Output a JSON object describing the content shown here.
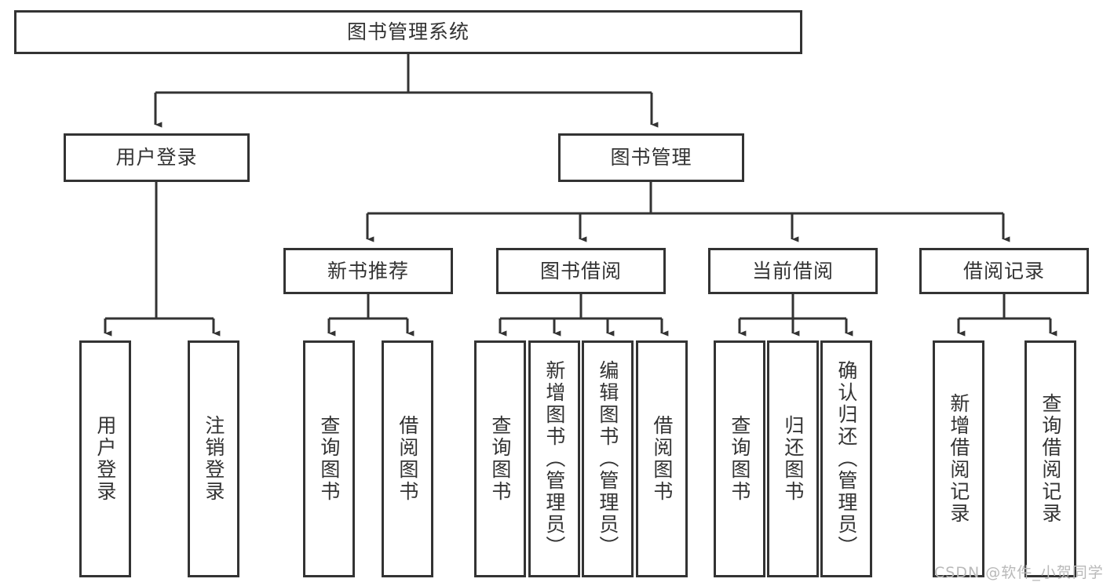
{
  "diagram": {
    "title": "图书管理系统",
    "type": "tree-hierarchy",
    "orientation": "top-down",
    "line_color": "#333333",
    "box_fill": "#ffffff",
    "text_color": "#333333"
  },
  "root": {
    "label": "图书管理系统"
  },
  "level1": [
    {
      "label": "用户登录"
    },
    {
      "label": "图书管理"
    }
  ],
  "level2": [
    {
      "label": "新书推荐"
    },
    {
      "label": "图书借阅"
    },
    {
      "label": "当前借阅"
    },
    {
      "label": "借阅记录"
    }
  ],
  "leaves": {
    "user_login": [
      {
        "label": "用户登录"
      },
      {
        "label": "注销登录"
      }
    ],
    "new_book_recommend": [
      {
        "label": "查询图书"
      },
      {
        "label": "借阅图书"
      }
    ],
    "book_borrow": [
      {
        "label": "查询图书"
      },
      {
        "label": "新增图书（管理员）"
      },
      {
        "label": "编辑图书（管理员）"
      },
      {
        "label": "借阅图书"
      }
    ],
    "current_borrow": [
      {
        "label": "查询图书"
      },
      {
        "label": "归还图书"
      },
      {
        "label": "确认归还（管理员）"
      }
    ],
    "borrow_record": [
      {
        "label": "新增借阅记录"
      },
      {
        "label": "查询借阅记录"
      }
    ]
  },
  "watermark": {
    "text": "CSDN @软件_小贺同学"
  }
}
